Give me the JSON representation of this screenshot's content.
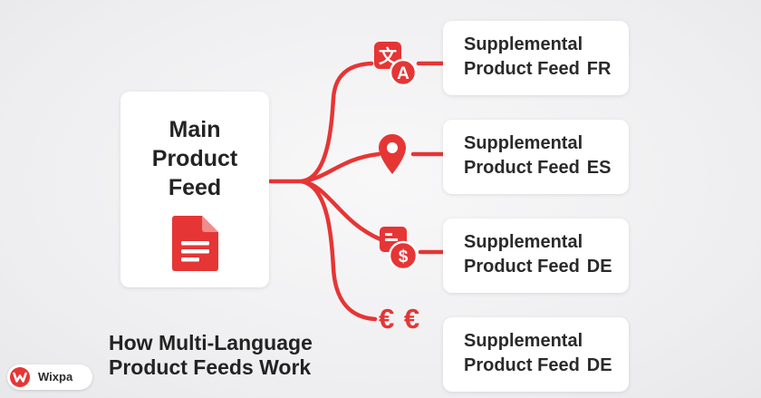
{
  "main_feed": {
    "title_lines": [
      "Main",
      "Product",
      "Feed"
    ],
    "icon": "document-icon"
  },
  "feeds": [
    {
      "line1": "Supplemental",
      "line2": "Product Feed",
      "code": "FR",
      "icon": "translate-icon"
    },
    {
      "line1": "Supplemental",
      "line2": "Product Feed",
      "code": "ES",
      "icon": "location-pin-icon"
    },
    {
      "line1": "Supplemental",
      "line2": "Product Feed",
      "code": "DE",
      "icon": "currency-dollar-icon"
    },
    {
      "line1": "Supplemental",
      "line2": "Product Feed",
      "code": "DE",
      "icon": "euro-icon"
    }
  ],
  "euro_symbols": "€ €",
  "caption": {
    "line1": "How Multi-Language",
    "line2": "Product Feeds Work"
  },
  "brand": {
    "name": "Wixpa"
  },
  "colors": {
    "accent": "#e63535",
    "text": "#232323",
    "card": "#ffffff",
    "background": "#eeeef0"
  }
}
